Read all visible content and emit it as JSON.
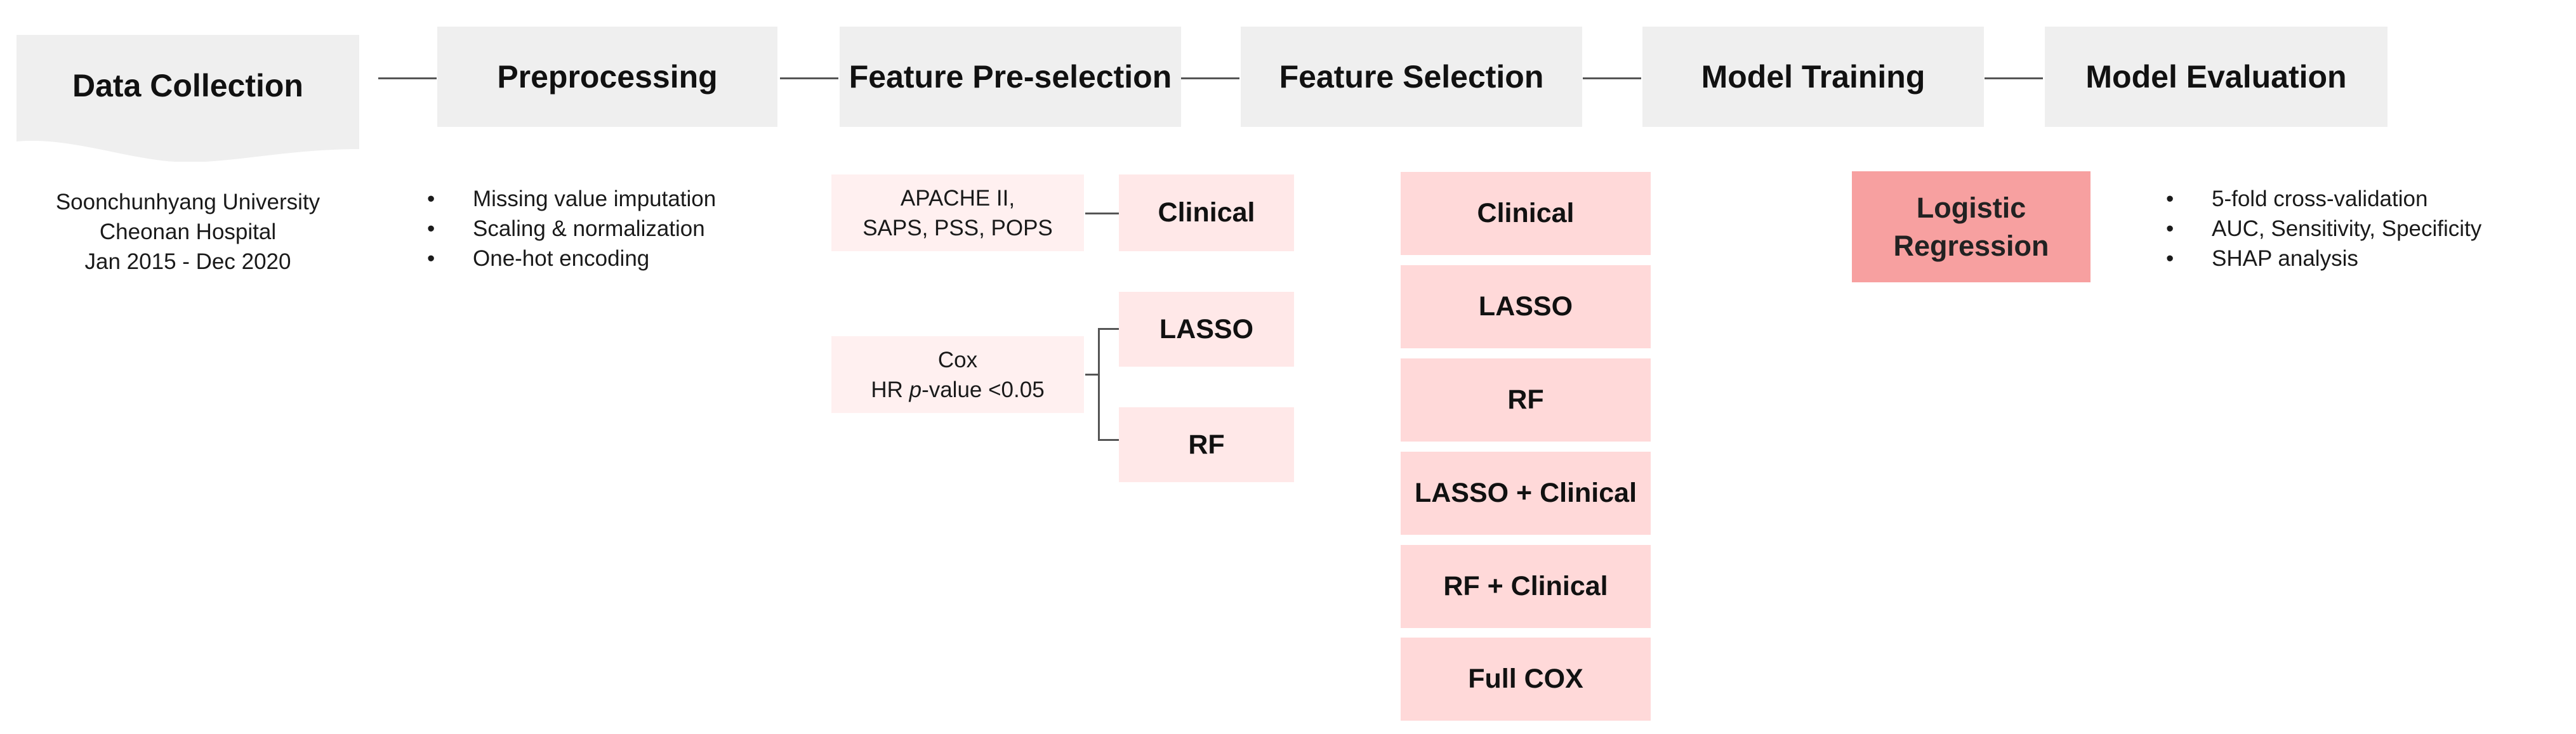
{
  "stages": {
    "data_collection": "Data Collection",
    "preprocessing": "Preprocessing",
    "feature_preselection": "Feature Pre-selection",
    "feature_selection": "Feature Selection",
    "model_training": "Model Training",
    "model_evaluation": "Model Evaluation"
  },
  "data_collection": {
    "lines": [
      "Soonchunhyang University",
      "Cheonan Hospital",
      "Jan 2015 - Dec 2020"
    ]
  },
  "preprocessing": {
    "items": [
      "Missing value imputation",
      "Scaling & normalization",
      "One-hot encoding"
    ]
  },
  "preselection": {
    "scores_line1": "APACHE II,",
    "scores_line2": "SAPS, PSS, POPS",
    "clinical": "Clinical",
    "cox_line1": "Cox",
    "cox_hr_prefix": "HR ",
    "cox_p": "p",
    "cox_suffix": "-value <0.05",
    "lasso": "LASSO",
    "rf": "RF"
  },
  "feature_selection": {
    "sets": [
      "Clinical",
      "LASSO",
      "RF",
      "LASSO + Clinical",
      "RF + Clinical",
      "Full COX"
    ]
  },
  "model_training": {
    "line1": "Logistic",
    "line2": "Regression"
  },
  "model_evaluation": {
    "items": [
      "5-fold cross-validation",
      "AUC, Sensitivity, Specificity",
      "SHAP analysis"
    ]
  },
  "colors": {
    "stage_box": "#efefef",
    "connector": "#555555",
    "pink_light": "#fff0f0",
    "pink_mid": "#ffe8e8",
    "pink_feature_set": "#ffd9d9",
    "pink_model": "#f7a0a0"
  }
}
